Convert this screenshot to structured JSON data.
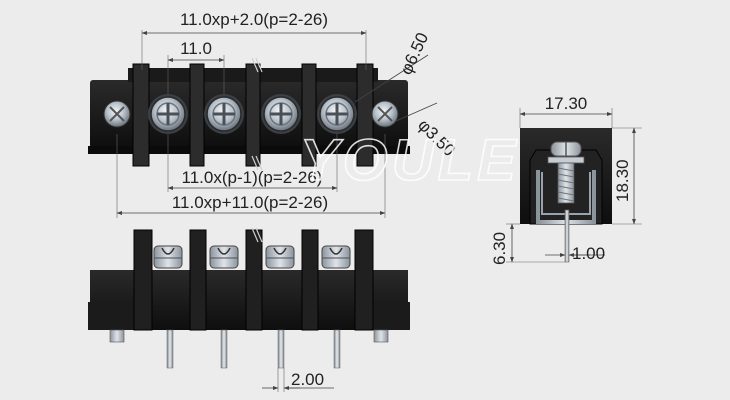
{
  "dimensions": {
    "top_overall": "11.0xp+2.0(p=2-26)",
    "pitch": "11.0",
    "screw_hole_dia": "φ6.50",
    "mount_hole_dia": "φ3.50",
    "pitch_span": "11.0x(p-1)(p=2-26)",
    "total_length": "11.0xp+11.0(p=2-26)",
    "side_width": "17.30",
    "side_height": "18.30",
    "pin_length": "6.30",
    "pin_thickness": "1.00",
    "pin_width": "2.00"
  },
  "watermark": "YOULE",
  "colors": {
    "background": "#ececec",
    "body": "#151515",
    "metal": "#b9c2cc",
    "watermark": "#ffffff"
  }
}
